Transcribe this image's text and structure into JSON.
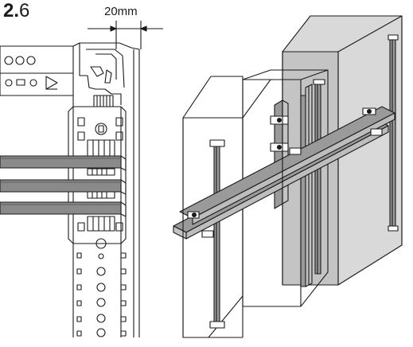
{
  "step": {
    "bold": "2.",
    "light": "6"
  },
  "dimension": {
    "label": "20mm"
  },
  "colors": {
    "line": "#1a1a1a",
    "busbar": "#8a8a8a",
    "cabinet_face": "#d9d9d9",
    "cabinet_side": "#c4c4c4",
    "rail": "#9a9a9a"
  }
}
